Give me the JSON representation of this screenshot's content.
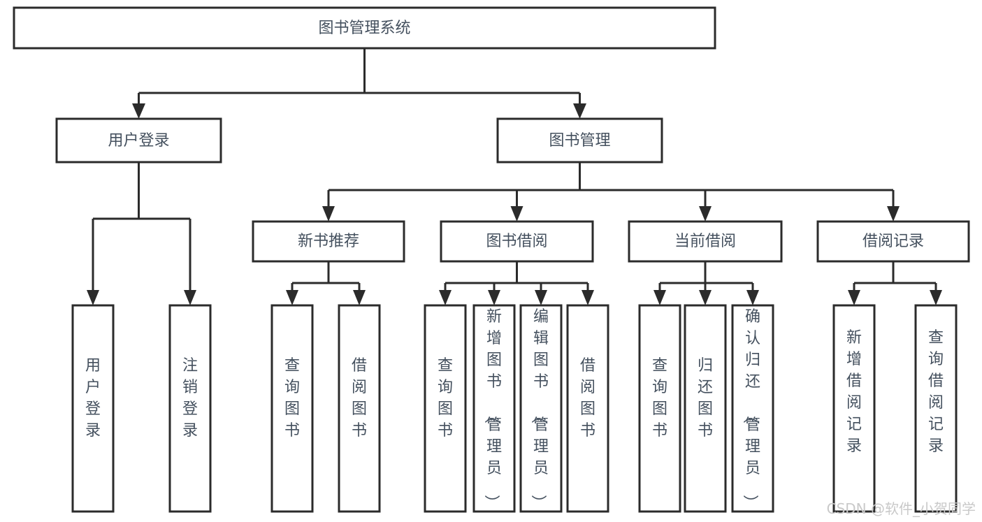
{
  "diagram": {
    "type": "tree-hierarchy-chart",
    "title": "图书管理系统",
    "orientation": "top-down",
    "levels": 4,
    "root": {
      "id": "root",
      "label": "图书管理系统"
    },
    "level2": [
      {
        "id": "user-login",
        "label": "用户登录"
      },
      {
        "id": "book-manage",
        "label": "图书管理"
      }
    ],
    "level3": [
      {
        "id": "new-book-recommend",
        "label": "新书推荐",
        "parent": "book-manage"
      },
      {
        "id": "book-borrow",
        "label": "图书借阅",
        "parent": "book-manage"
      },
      {
        "id": "current-borrow",
        "label": "当前借阅",
        "parent": "book-manage"
      },
      {
        "id": "borrow-record",
        "label": "借阅记录",
        "parent": "book-manage"
      }
    ],
    "leaves": [
      {
        "id": "leaf-user-login",
        "label": "用户登录",
        "parent": "user-login"
      },
      {
        "id": "leaf-user-logout",
        "label": "注销登录",
        "parent": "user-login"
      },
      {
        "id": "leaf-query-book-1",
        "label": "查询图书",
        "parent": "new-book-recommend"
      },
      {
        "id": "leaf-borrow-book-1",
        "label": "借阅图书",
        "parent": "new-book-recommend"
      },
      {
        "id": "leaf-query-book-2",
        "label": "查询图书",
        "parent": "book-borrow"
      },
      {
        "id": "leaf-add-book",
        "label": "新增图书（管理员）",
        "parent": "book-borrow"
      },
      {
        "id": "leaf-edit-book",
        "label": "编辑图书（管理员）",
        "parent": "book-borrow"
      },
      {
        "id": "leaf-borrow-book-2",
        "label": "借阅图书",
        "parent": "book-borrow"
      },
      {
        "id": "leaf-query-book-3",
        "label": "查询图书",
        "parent": "current-borrow"
      },
      {
        "id": "leaf-return-book",
        "label": "归还图书",
        "parent": "current-borrow"
      },
      {
        "id": "leaf-confirm-return",
        "label": "确认归还（管理员）",
        "parent": "current-borrow"
      },
      {
        "id": "leaf-add-record",
        "label": "新增借阅记录",
        "parent": "borrow-record"
      },
      {
        "id": "leaf-query-record",
        "label": "查询借阅记录",
        "parent": "borrow-record"
      }
    ],
    "colors": {
      "stroke": "#2b2b2b",
      "fill": "#ffffff",
      "text": "#44505e",
      "watermark": "#c9c9c9"
    }
  },
  "watermark": {
    "text": "CSDN @软件_小贺同学"
  }
}
